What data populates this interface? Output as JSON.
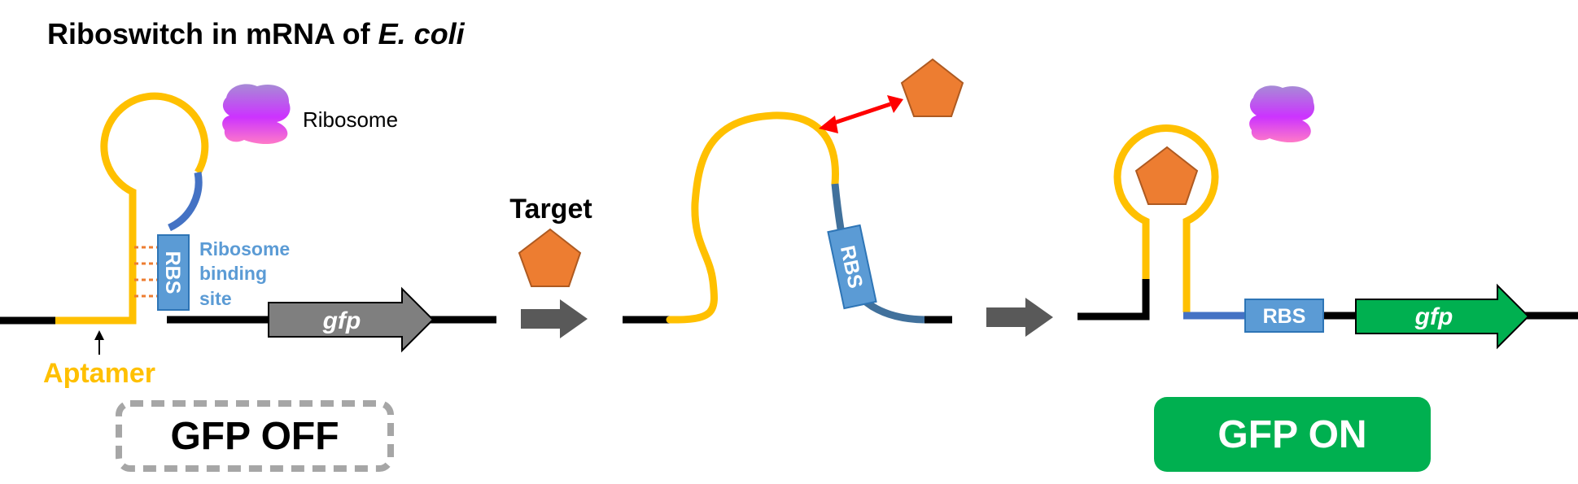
{
  "title": {
    "main": "Riboswitch in mRNA of ",
    "italic": "E. coli"
  },
  "labels": {
    "ribosome": "Ribosome",
    "rbs": "RBS",
    "rbs_desc_line1": "Ribosome",
    "rbs_desc_line2": "binding",
    "rbs_desc_line3": "site",
    "gfp_gene": "gfp",
    "aptamer": "Aptamer",
    "target": "Target",
    "gfp_off": "GFP OFF",
    "gfp_on": "GFP ON"
  },
  "colors": {
    "aptamer": "#FFC000",
    "rbs_fill": "#5B9BD5",
    "rbs_strand": "#4472C4",
    "rbs_strand_dark": "#41719C",
    "target": "#ED7D31",
    "interaction": "#FF0000",
    "gene_off": "#7F7F7F",
    "gene_on": "#00B050",
    "process_arrow": "#595959",
    "off_badge_border": "#A6A6A6",
    "on_badge": "#00B050",
    "ribosome_top": "#9B59D0",
    "ribosome_mid": "#CC33FF",
    "ribosome_bottom": "#FF66CC"
  }
}
